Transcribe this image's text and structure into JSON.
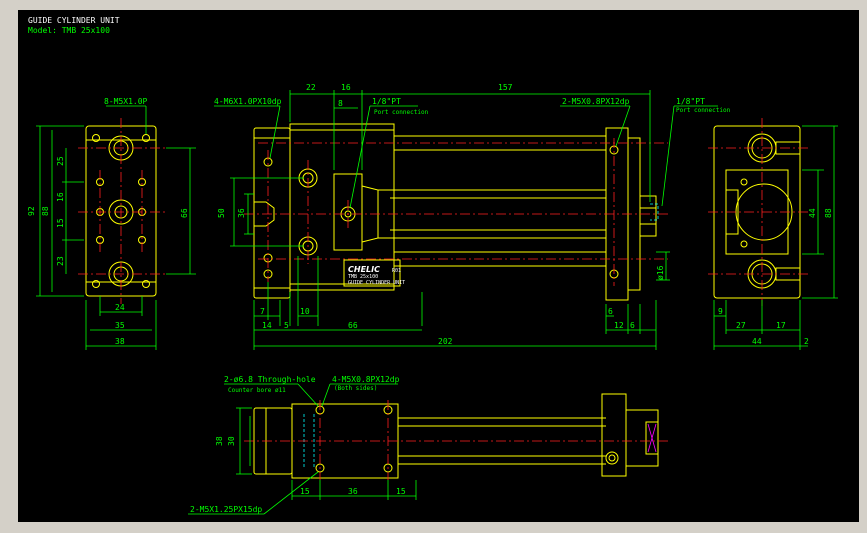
{
  "drawing": {
    "title": "GUIDE CYLINDER UNIT",
    "model": "Model: TMB 25x100",
    "brand": "CHELIC",
    "plate_line1": "TMB 25x100",
    "plate_line2": "GUIDE CYLINDER UNIT",
    "plate_tag": "R01"
  },
  "callouts": {
    "c1": "8-M5X1.0P",
    "c2": "4-M6X1.0PX10dp",
    "c3": "1/8\"PT",
    "c3b": "Port connection",
    "c4": "2-M5X0.8PX12dp",
    "c5": "1/8\"PT",
    "c5b": "Port connection",
    "c6": "2-ø6.8 Through-hole",
    "c6b": "Counter bore ø11",
    "c7": "4-M5X0.8PX12dp",
    "c7b": "(Both sides)",
    "c8": "2-M5X1.25PX15dp"
  },
  "dims": {
    "d22": "22",
    "d16": "16",
    "d157": "157",
    "d8": "8",
    "v92": "92",
    "v88": "88",
    "v25a": "25",
    "v16": "16",
    "v15": "15",
    "v23": "23",
    "v66": "66",
    "h24": "24",
    "h35": "35",
    "h38": "38",
    "v50": "50",
    "v36": "36",
    "h7": "7",
    "h14": "14",
    "h5": "5",
    "h10": "10",
    "h66": "66",
    "h202": "202",
    "h6a": "6",
    "h12": "12",
    "h6b": "6",
    "phi16": "ø16",
    "r44": "44",
    "r88": "88",
    "h9": "9",
    "h27": "27",
    "h17": "17",
    "h44": "44",
    "h2": "2",
    "b38": "38",
    "b30": "30",
    "b15a": "15",
    "b36": "36",
    "b15b": "15"
  }
}
